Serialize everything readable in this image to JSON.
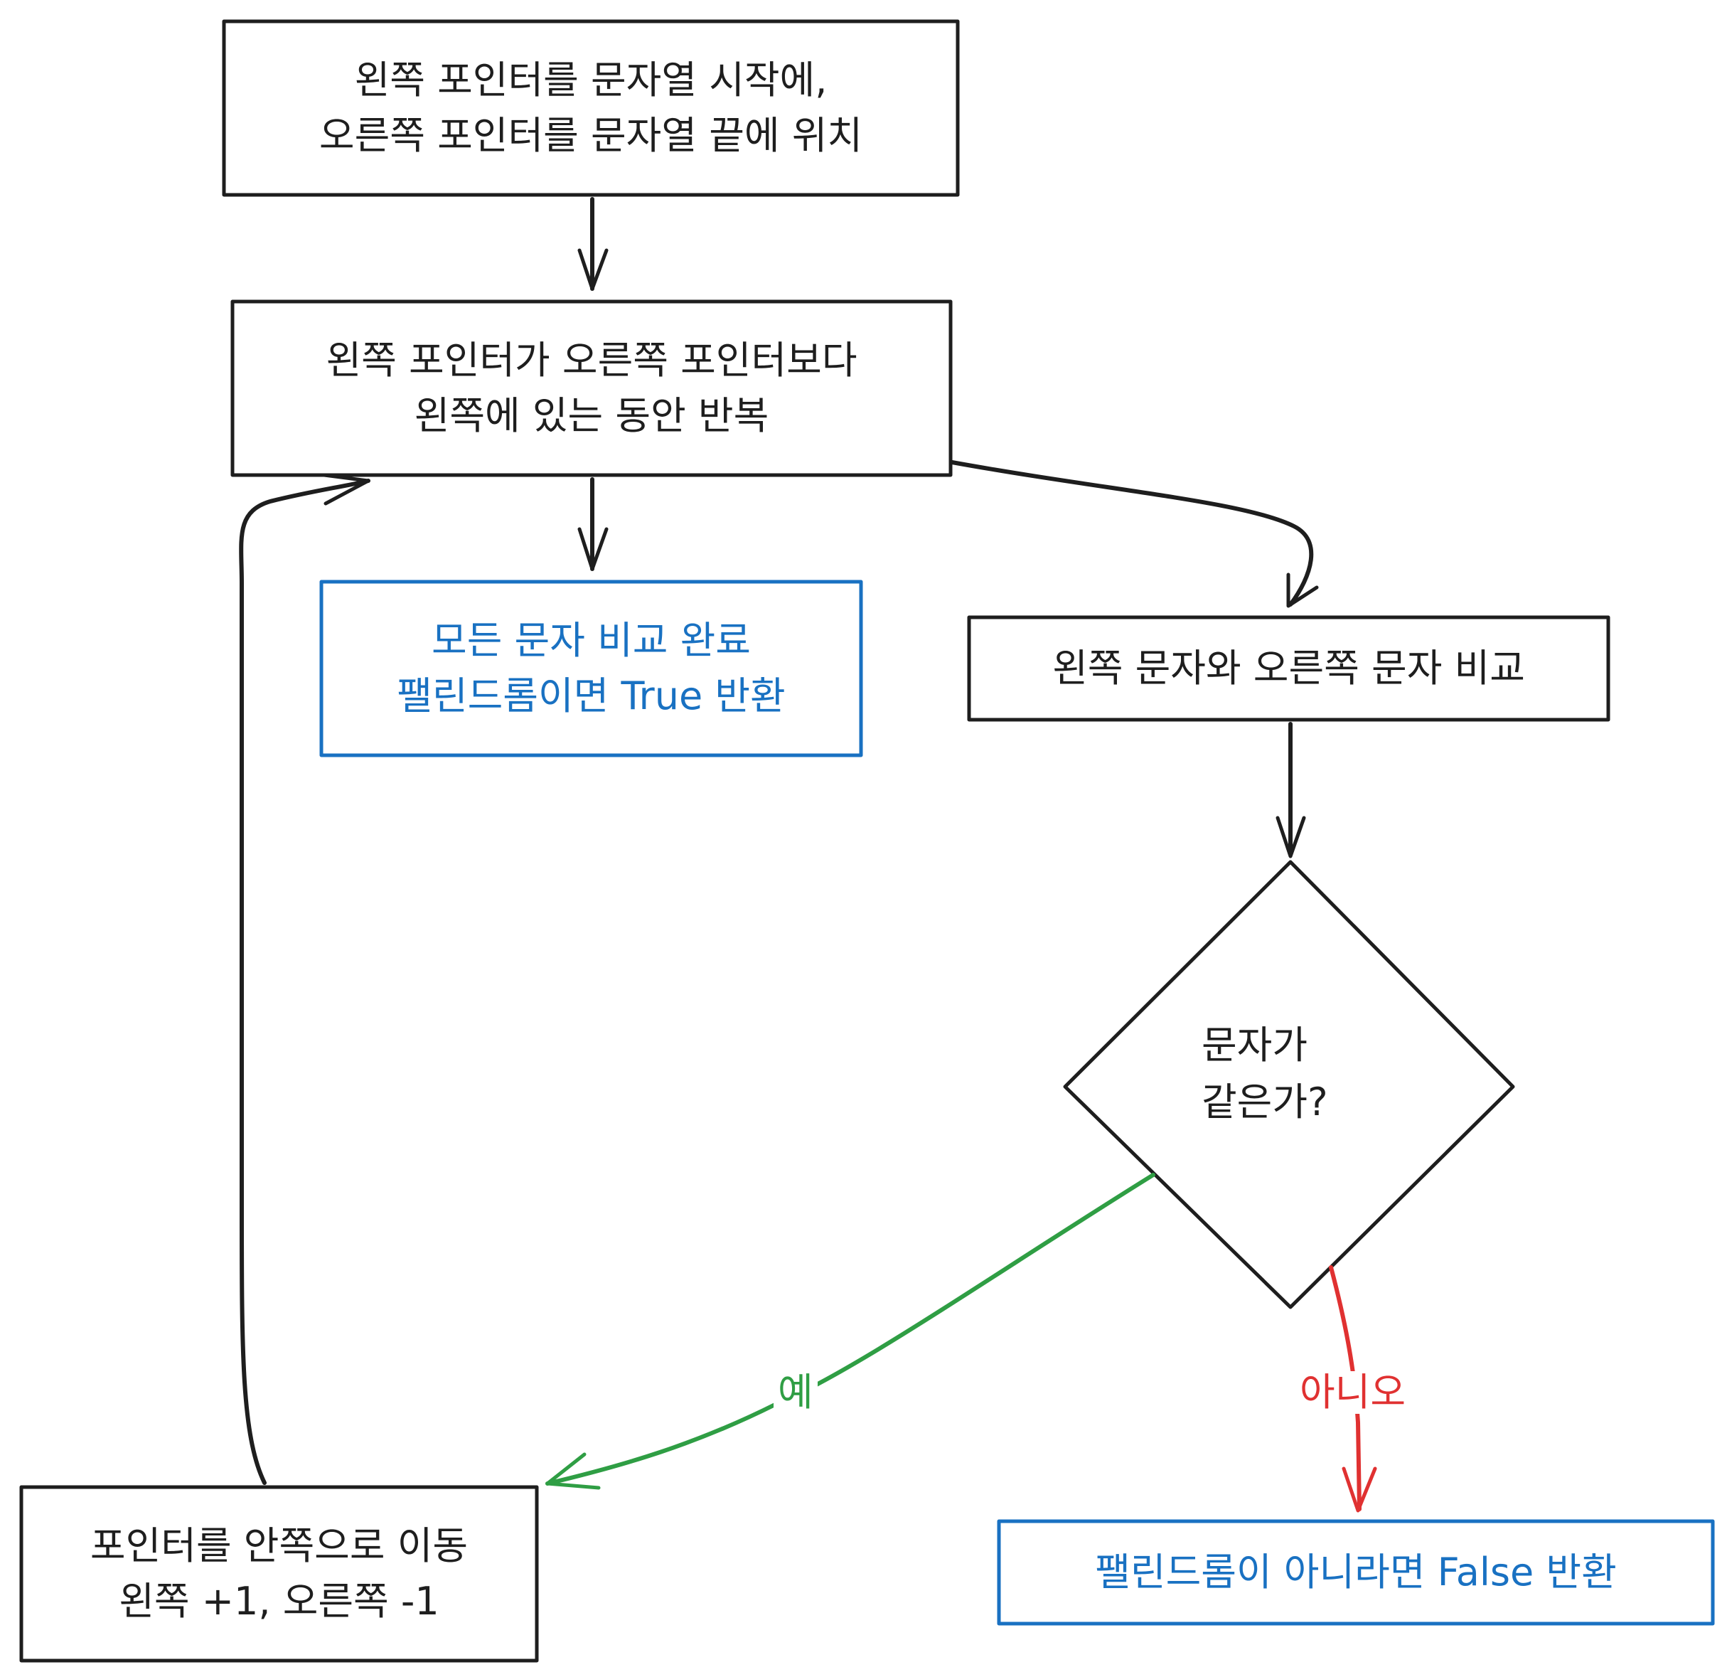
{
  "nodes": {
    "init": {
      "line1": "왼쪽 포인터를 문자열 시작에,",
      "line2": "오른쪽 포인터를 문자열 끝에 위치"
    },
    "loop": {
      "line1": "왼쪽 포인터가 오른쪽 포인터보다",
      "line2": "왼쪽에 있는 동안 반복"
    },
    "done": {
      "line1": "모든 문자 비교 완료",
      "line2": "팰린드롬이면 True 반환"
    },
    "compare": {
      "line1": "왼쪽 문자와 오른쪽 문자 비교"
    },
    "decision": {
      "line1": "문자가",
      "line2": "같은가?"
    },
    "move": {
      "line1": "포인터를 안쪽으로 이동",
      "line2": "왼쪽 +1, 오른쪽 -1"
    },
    "false_result": {
      "line1": "팰린드롬이 아니라면 False 반환"
    }
  },
  "edges": {
    "yes_label": "예",
    "no_label": "아니오"
  },
  "colors": {
    "stroke": "#1e1e1e",
    "blue": "#1971c2",
    "green": "#2f9e44",
    "red": "#e03131"
  }
}
